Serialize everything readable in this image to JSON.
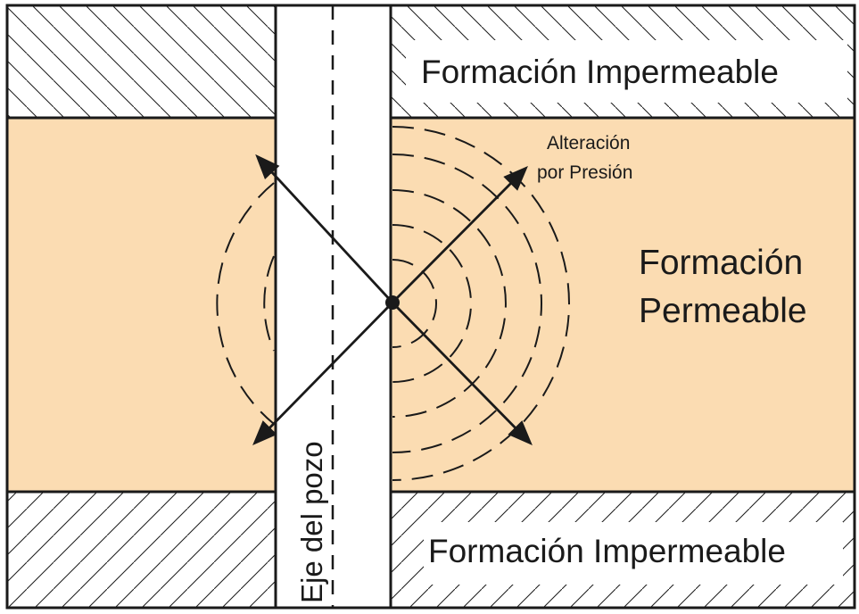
{
  "labels": {
    "top_formation": "Formación Impermeable",
    "bottom_formation": "Formación Impermeable",
    "permeable_line1": "Formación",
    "permeable_line2": "Permeable",
    "pressure_line1": "Alteración",
    "pressure_line2": "por Presión",
    "well_axis": "Eje del pozo"
  },
  "colors": {
    "permeable_fill": "#fbdcb2",
    "impermeable_fill": "#ffffff",
    "stroke": "#1a1a1a"
  }
}
